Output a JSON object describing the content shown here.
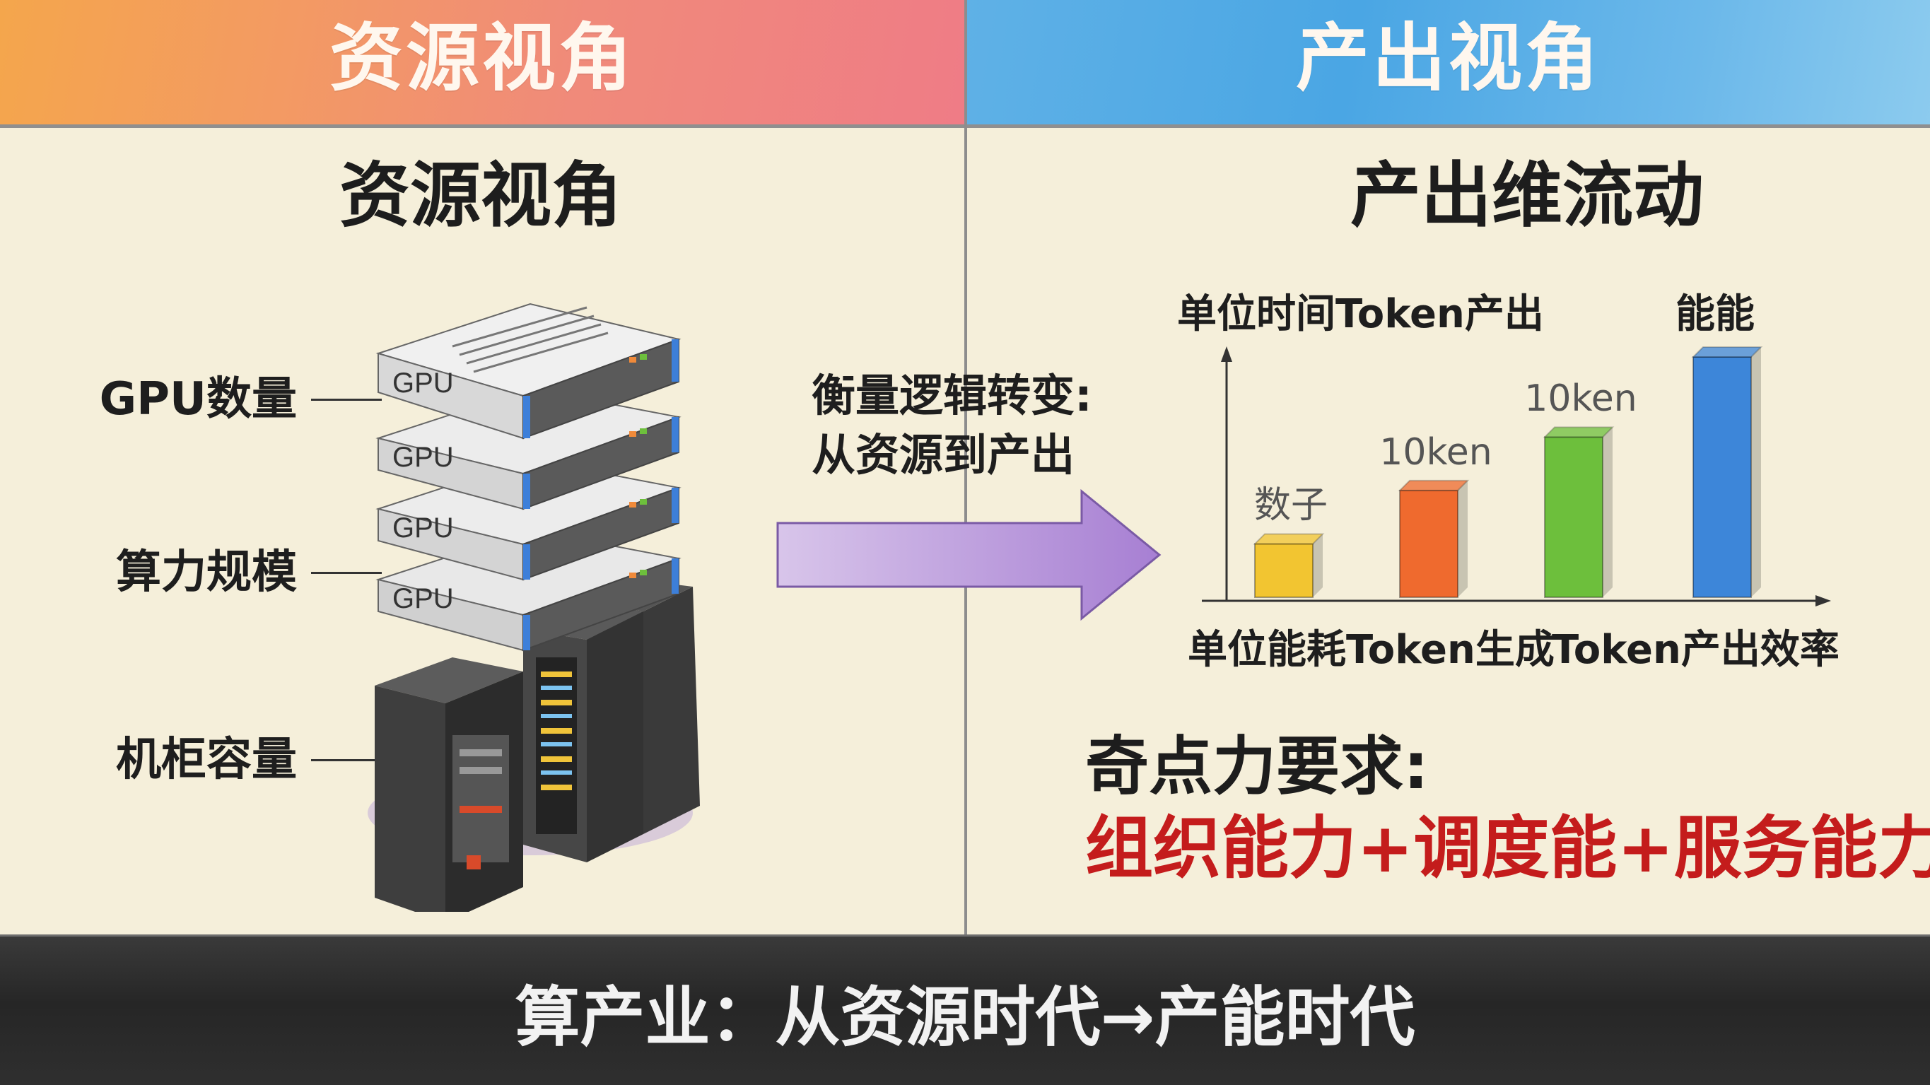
{
  "header": {
    "left_title": "资源视角",
    "right_title": "产出视角"
  },
  "left": {
    "title": "资源视角",
    "labels": [
      "GPU数量",
      "算力规模",
      "机柜容量"
    ],
    "gpu_label": "GPU"
  },
  "shift": {
    "line1": "衡量逻辑转变:",
    "line2": "从资源到产出"
  },
  "right": {
    "title": "产出维流动",
    "y_axis_label": "单位时间Token产出",
    "top_right_label": "能能",
    "x_label_left": "单位能耗Token生成",
    "x_label_right": "Token产出效率"
  },
  "chart_data": {
    "type": "bar",
    "categories": [
      "数子",
      "10ken",
      "10ken",
      ""
    ],
    "values": [
      1,
      2,
      3,
      4.5
    ],
    "colors": [
      "#f2c531",
      "#ef6a2e",
      "#6dbf3c",
      "#3d86d9"
    ],
    "ylabel": "单位时间Token产出",
    "xlabel": "单位能耗Token生成 Token产出效率",
    "grid": false
  },
  "requirement": {
    "title": "奇点力要求:",
    "body": "组织能力+调度能+服务能力"
  },
  "footer": {
    "text": "算产业：从资源时代→产能时代"
  }
}
